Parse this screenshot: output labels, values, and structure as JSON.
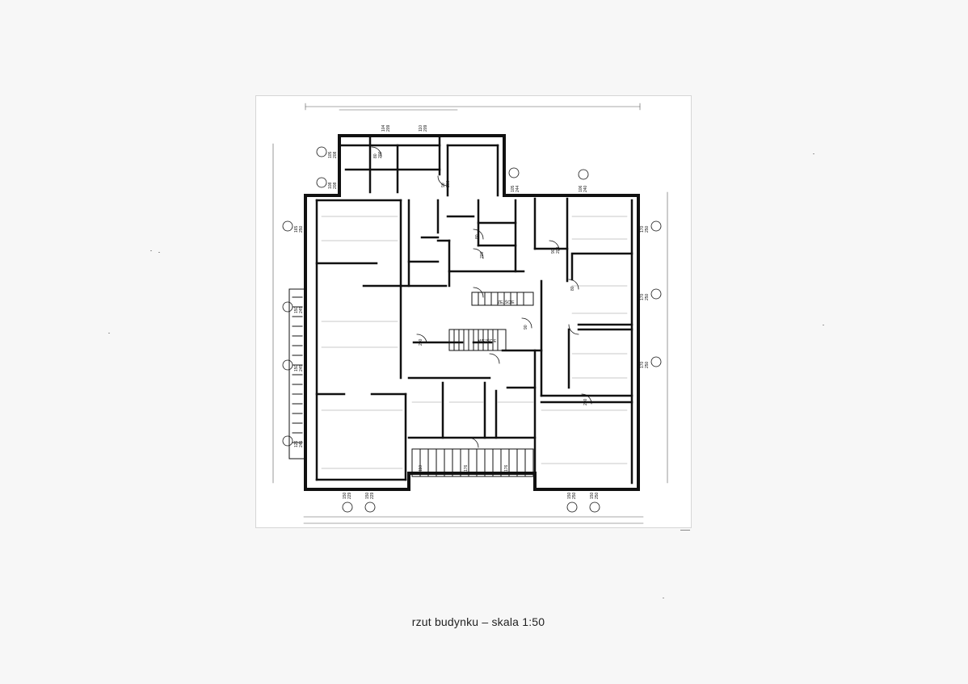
{
  "document": {
    "caption": "rzut budynku – skala 1:50",
    "background_color": "#f7f7f7",
    "line_color": "#111111"
  },
  "floor_plan": {
    "dimension_labels": {
      "top_1": "104",
      "top_1b": "209",
      "top_2": "110",
      "top_2b": "209",
      "left_window_1a": "105",
      "left_window_1b": "208",
      "left_window_2a": "108",
      "left_window_2b": "208",
      "left_window_3a": "165",
      "left_window_3b": "250",
      "left_window_4a": "150",
      "left_window_4b": "245",
      "left_window_5a": "150",
      "left_window_5b": "245",
      "left_window_6a": "126",
      "left_window_6b": "245",
      "right_window_1a": "170",
      "right_window_1b": "250",
      "right_window_2a": "170",
      "right_window_2b": "250",
      "right_window_3a": "170",
      "right_window_3b": "250",
      "bottom_window_1a": "150",
      "bottom_window_1b": "229",
      "bottom_window_2a": "150",
      "bottom_window_2b": "229",
      "bottom_window_3a": "150",
      "bottom_window_3b": "250",
      "bottom_window_4a": "150",
      "bottom_window_4b": "250",
      "door_1": "80",
      "door_2": "200",
      "door_3": "90",
      "door_4": "200",
      "door_5": "80",
      "door_6": "200",
      "door_7": "90",
      "door_8": "200",
      "door_9": "80",
      "door_10": "200",
      "door_11": "90",
      "door_12": "200",
      "stair_1": "ZEJŚCIE",
      "stair_2": "WEJŚCIE",
      "top_stub_a": "105",
      "top_stub_b": "244",
      "top_stub_c": "106",
      "top_stub_d": "240",
      "bottom_stub_a": "110",
      "bottom_stub_b": "176",
      "bottom_stub_c": "176"
    }
  }
}
